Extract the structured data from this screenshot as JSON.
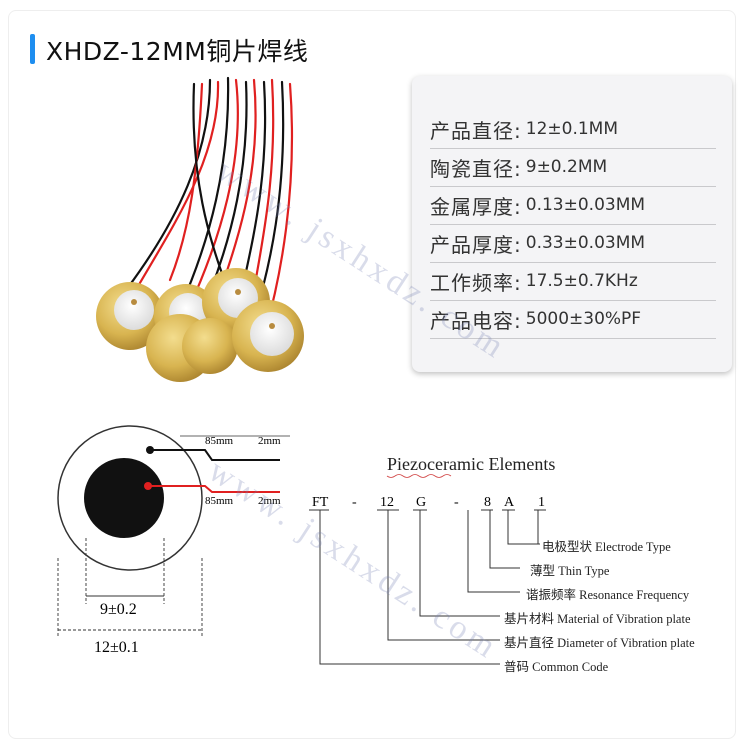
{
  "title": "XHDZ-12MM铜片焊线",
  "colors": {
    "accent": "#1e8ef0",
    "wire_red": "#e02020",
    "wire_black": "#111111",
    "brass": "#d8b450"
  },
  "specs": [
    {
      "label": "产品直径:",
      "value": "12±0.1MM"
    },
    {
      "label": "陶瓷直径:",
      "value": "9±0.2MM"
    },
    {
      "label": "金属厚度:",
      "value": "0.13±0.03MM"
    },
    {
      "label": "产品厚度:",
      "value": "0.33±0.03MM"
    },
    {
      "label": "工作频率:",
      "value": "17.5±0.7KHz"
    },
    {
      "label": "产品电容:",
      "value": "5000±30%PF"
    }
  ],
  "watermark": "www. jsxhxdz. com",
  "diagram": {
    "heading": "Piezoceramic Elements",
    "wire_top": {
      "length": "85mm",
      "strip": "2mm"
    },
    "wire_bottom": {
      "length": "85mm",
      "strip": "2mm"
    },
    "inner_dim": "9±0.2",
    "outer_dim": "12±0.1",
    "code": [
      {
        "text": "FT"
      },
      {
        "text": "-"
      },
      {
        "text": "12"
      },
      {
        "text": "G"
      },
      {
        "text": "-"
      },
      {
        "text": "8"
      },
      {
        "text": "A"
      },
      {
        "text": "1"
      }
    ],
    "legend": [
      {
        "cn": "电极型状",
        "en": "Electrode Type"
      },
      {
        "cn": "薄型",
        "en": "Thin Type"
      },
      {
        "cn": "谐振频率",
        "en": "Resonance Frequency"
      },
      {
        "cn": "基片材料",
        "en": "Material of Vibration plate"
      },
      {
        "cn": "基片直径",
        "en": "Diameter of Vibration plate"
      },
      {
        "cn": "普码",
        "en": "Common Code"
      }
    ]
  }
}
